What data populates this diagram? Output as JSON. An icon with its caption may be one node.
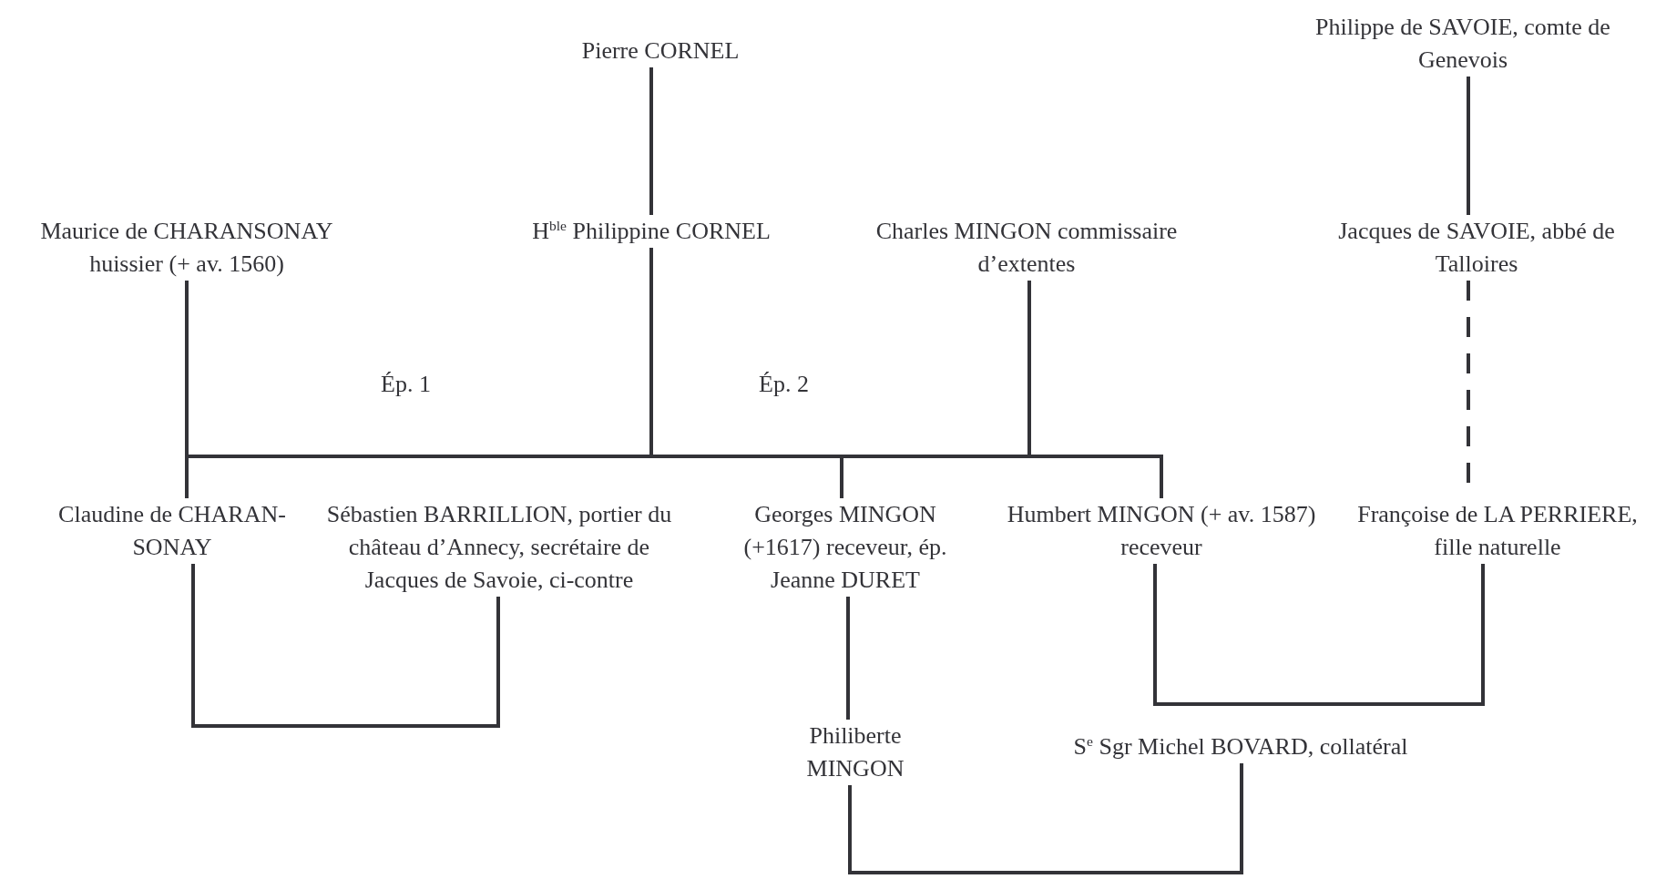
{
  "diagram": {
    "nodes": [
      {
        "text": [
          "Pierre CORNEL"
        ]
      },
      {
        "text": [
          "Philippe de SAVOIE, comte de Genevois"
        ]
      },
      {
        "text": [
          "Maurice de CHARANSONAY huissier (+ av. 1560)"
        ]
      },
      {
        "text": [
          "H$^{ble}$ Philippine CORNEL"
        ]
      },
      {
        "text": [
          "Charles MINGON commissaire d’extentes"
        ]
      },
      {
        "text": [
          "Jacques de SAVOIE, abbé de Talloires"
        ]
      },
      {
        "text": [
          "Claudine de CHARAN-SONAY"
        ]
      },
      {
        "text": [
          "Sébastien BARRILLION, portier du château d’Annecy, secrétaire de Jacques de Savoie, ci-contre"
        ]
      },
      {
        "text": [
          "Georges MINGON (+1617) receveur, ép. Jeanne DURET"
        ]
      },
      {
        "text": [
          "Humbert MINGON (+ av. 1587) receveur"
        ]
      },
      {
        "text": [
          "Françoise de LA PERRIERE, fille naturelle"
        ]
      },
      {
        "text": [
          "Philiberte MINGON"
        ]
      },
      {
        "text": [
          "S$^{e}$ Sgr Michel BOVARD, collatéral"
        ]
      }
    ],
    "edges": [
      {
        "from": 0,
        "to": 3,
        "arrow": "none"
      },
      {
        "from": 1,
        "to": 5,
        "arrow": "none"
      },
      {
        "from": 5,
        "to": 10,
        "arrow": "none",
        "style": "dashed"
      },
      {
        "from": 2,
        "to": 3,
        "arrow": "none",
        "label": "Ép. 1"
      },
      {
        "from": 3,
        "to": 4,
        "arrow": "none",
        "label": "Ép. 2"
      },
      {
        "from": 2,
        "to": 6,
        "arrow": "none"
      },
      {
        "from": 4,
        "to": 8,
        "arrow": "none"
      },
      {
        "from": 4,
        "to": 9,
        "arrow": "none"
      },
      {
        "from": 6,
        "to": 7,
        "arrow": "none"
      },
      {
        "from": 8,
        "to": 11,
        "arrow": "none"
      },
      {
        "from": 9,
        "to": 10,
        "arrow": "none"
      },
      {
        "from": 11,
        "to": 12,
        "arrow": "none"
      }
    ]
  }
}
